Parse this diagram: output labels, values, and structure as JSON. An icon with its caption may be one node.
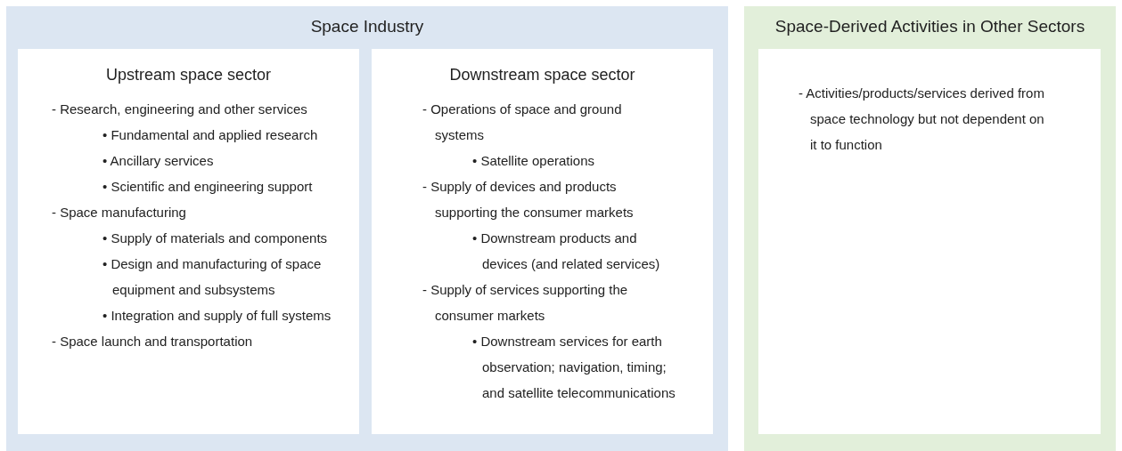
{
  "diagram": {
    "nodes": [
      {
        "text": [
          "Space Industry"
        ]
      },
      {
        "text": [
          "Upstream space sector",
          "- Research, engineering and other services",
          "• Fundamental and applied research",
          "• Ancillary services",
          "• Scientific and engineering support",
          "- Space manufacturing",
          "• Supply of materials and components",
          "• Design and manufacturing of space equipment and subsystems",
          "• Integration and supply of full systems",
          "- Space launch and transportation"
        ],
        "in": 0
      },
      {
        "text": [
          "Downstream space sector",
          "- Operations of space and ground systems",
          "• Satellite operations",
          "- Supply of devices and products supporting the consumer markets",
          "• Downstream products and devices (and related services)",
          "- Supply of services supporting the consumer markets",
          "• Downstream services for earth observation; navigation, timing; and satellite telecommunications"
        ],
        "in": 0
      },
      {
        "text": [
          "Space-Derived Activities in Other Sectors"
        ]
      },
      {
        "text": [
          "- Activities/products/services derived from space technology but not dependent on it to function"
        ],
        "in": 3
      }
    ]
  }
}
